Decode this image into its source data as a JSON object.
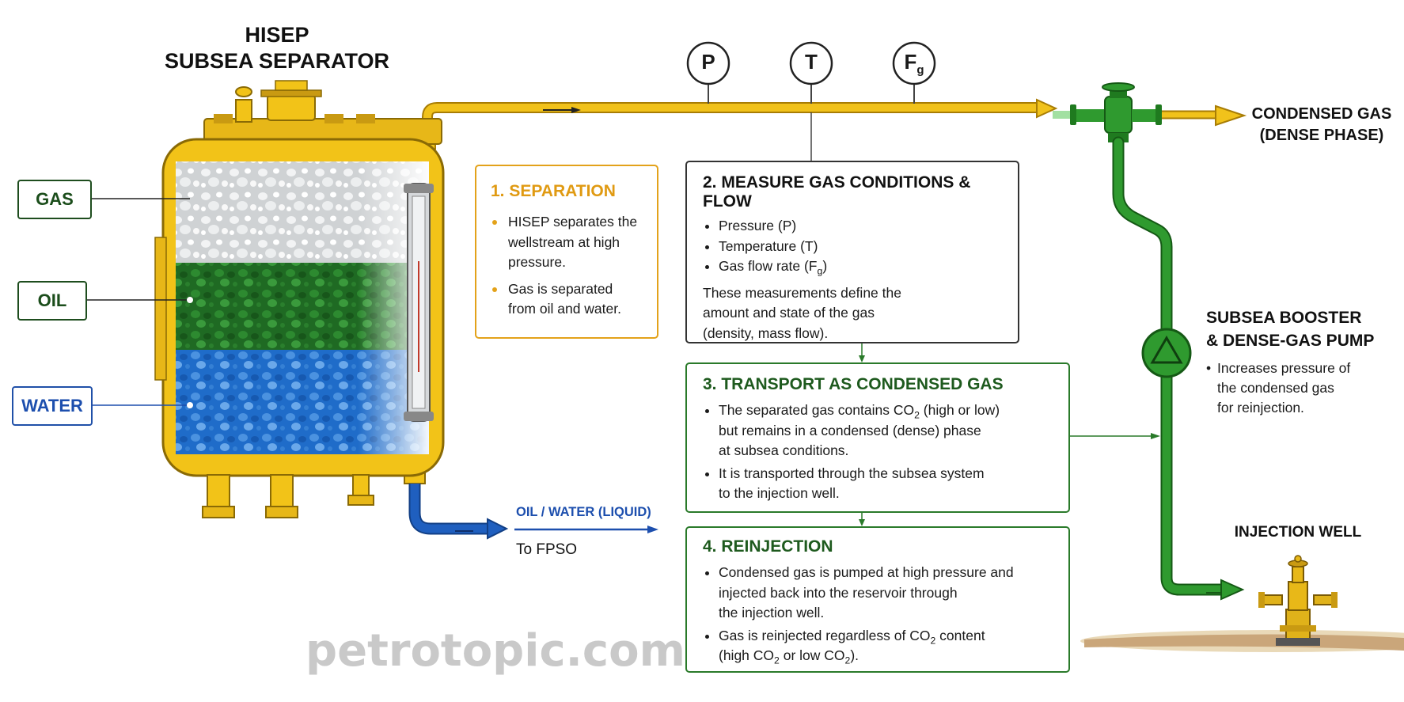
{
  "title": [
    "HISEP",
    "SUBSEA SEPARATOR"
  ],
  "phase_labels": {
    "gas": "GAS",
    "oil": "OIL",
    "water": "WATER"
  },
  "instruments": {
    "p": "P",
    "t": "T",
    "fg": "F",
    "fg_sub": "g"
  },
  "liquid_outlet": {
    "label": "OIL / WATER (LIQUID)",
    "destination": "To FPSO"
  },
  "condensed_gas_outlet": [
    "CONDENSED GAS",
    "(DENSE PHASE)"
  ],
  "pump": {
    "title": [
      "SUBSEA BOOSTER",
      "& DENSE-GAS PUMP"
    ],
    "bullet": [
      "Increases pressure of",
      "the condensed gas",
      "for reinjection."
    ]
  },
  "injection_well": "INJECTION WELL",
  "steps": {
    "separation": {
      "title": "1. SEPARATION",
      "bullets": [
        {
          "lines": [
            "HISEP separates the",
            "wellstream at high",
            "pressure."
          ]
        },
        {
          "lines": [
            "Gas is separated",
            "from oil and water."
          ]
        }
      ]
    },
    "measure": {
      "title": "2. MEASURE GAS CONDITIONS & FLOW",
      "bullets": [
        "Pressure (P)",
        "Temperature (T)"
      ],
      "flow_bullet": {
        "pre": "Gas flow rate (F",
        "sub": "g",
        "post": ")"
      },
      "note": [
        "These measurements define the",
        "amount and state of the gas",
        "(density, mass flow)."
      ]
    },
    "transport": {
      "title": "3. TRANSPORT AS CONDENSED GAS",
      "bullet1": {
        "pre": "The separated gas contains CO",
        "sub": "2",
        "post": " (high or low)",
        "lines": [
          "but remains in a condensed (dense) phase",
          "at subsea conditions."
        ]
      },
      "bullet2": [
        "It is transported through the subsea system",
        "to the injection well."
      ]
    },
    "reinjection": {
      "title": "4. REINJECTION",
      "bullet1": [
        "Condensed gas is pumped at high pressure and",
        "injected back into the reservoir through",
        "the injection well."
      ],
      "bullet2": {
        "pre": "Gas is reinjected regardless of CO",
        "sub": "2",
        "post": " content"
      },
      "bullet2_line2": {
        "pre": "(high CO",
        "sub1": "2",
        "mid": " or low CO",
        "sub2": "2",
        "post": ")."
      }
    }
  },
  "watermark": "petrotopic.com",
  "colors": {
    "gas_pipe": "#f1c21b",
    "gas_pipe_edge": "#a87d05",
    "green_pipe": "#2f9a2f",
    "liquid_pipe": "#1f5fbf",
    "vessel": "#f2c318"
  }
}
